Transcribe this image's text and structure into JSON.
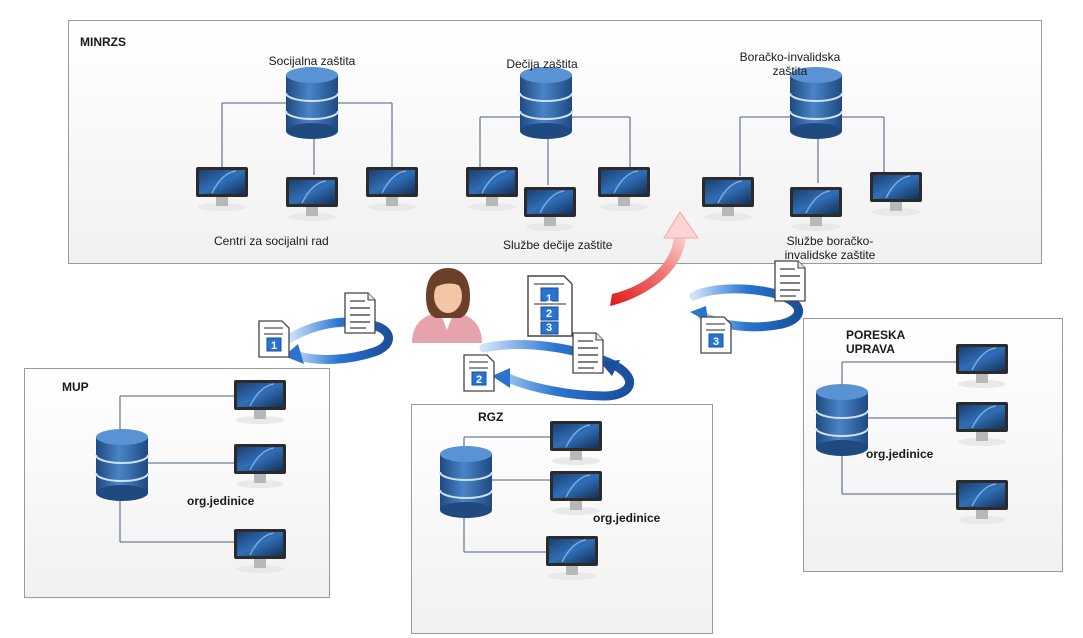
{
  "sections": {
    "minrzs": {
      "title": "MINRZS",
      "groups": [
        {
          "title": "Socijalna zaštita",
          "caption": "Centri za socijalni rad"
        },
        {
          "title": "Dečija zaštita",
          "caption": "Službe dečije zaštite"
        },
        {
          "title": "Boračko-invalidska zaštita",
          "caption": "Službe boračko-invalidske zaštite"
        }
      ]
    },
    "mup": {
      "title": "MUP",
      "units": "org.jedinice"
    },
    "rgz": {
      "title": "RGZ",
      "units": "org.jedinice"
    },
    "poreska": {
      "title": "PORESKA UPRAVA",
      "units": "org.jedinice"
    }
  },
  "document_steps": [
    "1",
    "2",
    "3"
  ],
  "icons": {
    "database": "database-icon",
    "monitor": "computer-monitor-icon",
    "document": "document-icon",
    "user": "user-avatar-icon",
    "exchange": "exchange-arrow-icon",
    "return": "return-arrow-icon"
  },
  "colors": {
    "database": "#2f5f9e",
    "exchange_arrow": "#2a74d1",
    "return_arrow": "#e01818",
    "person_shirt": "#e6a3ac",
    "box_border": "#9a9a9a"
  }
}
